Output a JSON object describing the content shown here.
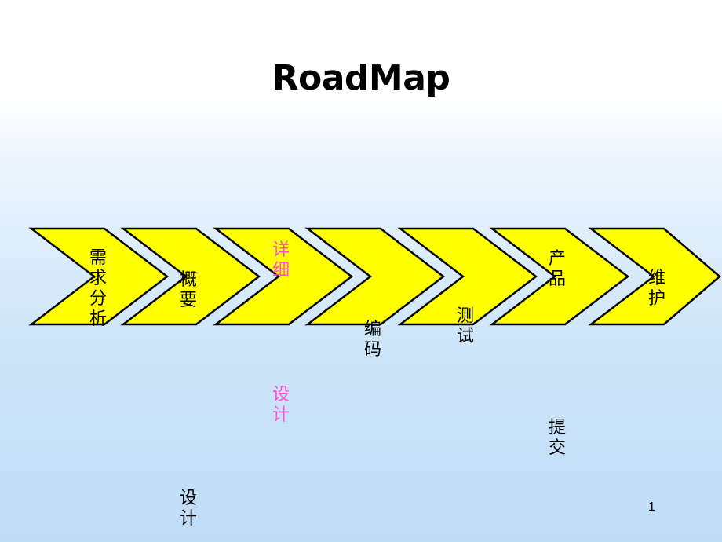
{
  "title": "RoadMap",
  "page_number": "1",
  "colors": {
    "chevron_fill": "#ffff00",
    "chevron_stroke": "#000000",
    "highlight_text": "#ff4fd8"
  },
  "stages": [
    {
      "id": "requirements",
      "lines": [
        "需求分析"
      ]
    },
    {
      "id": "outline",
      "lines": [
        "概要",
        "设计"
      ]
    },
    {
      "id": "detail",
      "lines": [
        "详细",
        "设计"
      ],
      "highlight": true
    },
    {
      "id": "coding",
      "lines": [
        "编码"
      ]
    },
    {
      "id": "testing",
      "lines": [
        "测试"
      ]
    },
    {
      "id": "product",
      "lines": [
        "产品",
        "提交"
      ]
    },
    {
      "id": "maintenance",
      "lines": [
        "维护"
      ]
    }
  ]
}
